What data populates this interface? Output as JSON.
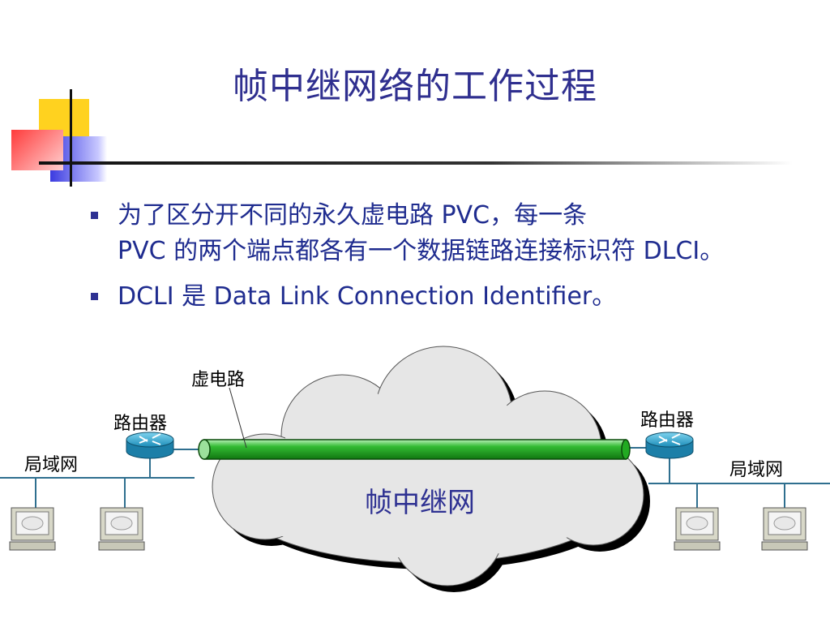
{
  "slide": {
    "title": "帧中继网络的工作过程",
    "bullets": [
      {
        "line1": "为了区分开不同的永久虚电路 PVC，每一条",
        "line2": "PVC 的两个端点都各有一个数据链路连接标识符 DLCI。"
      },
      {
        "line1": "DCLI 是 Data Link Connection Identifier。",
        "line2": ""
      }
    ]
  },
  "diagram": {
    "virtual_circuit_label": "虚电路",
    "router_left_label": "路由器",
    "router_right_label": "路由器",
    "lan_left_label": "局域网",
    "lan_right_label": "局域网",
    "cloud_label": "帧中继网"
  },
  "colors": {
    "title": "#2f2f8f",
    "text": "#1f2c8f",
    "pipe": "#22aa22",
    "cloud": "#e6e6e6",
    "router": "#2aa0c8"
  }
}
